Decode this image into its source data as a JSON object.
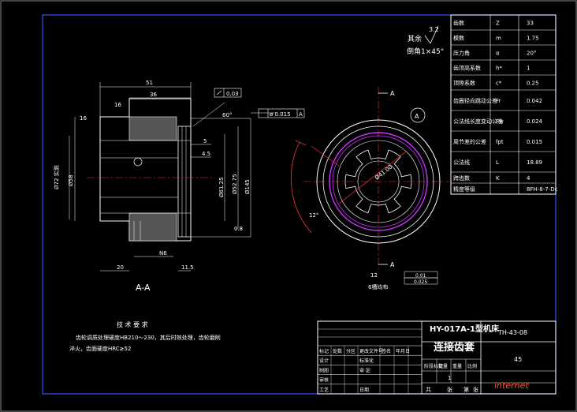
{
  "param_table": {
    "rows": [
      {
        "label": "齿数",
        "sym": "Z",
        "val": "33"
      },
      {
        "label": "模数",
        "sym": "m",
        "val": "1.75"
      },
      {
        "label": "压力角",
        "sym": "α",
        "val": "20°"
      },
      {
        "label": "齿顶高系数",
        "sym": "h*",
        "val": "1"
      },
      {
        "label": "顶隙系数",
        "sym": "c*",
        "val": "0.25"
      },
      {
        "label": "齿圈径向跳动公差",
        "sym": "Fr",
        "val": "0.042"
      },
      {
        "label": "公法线长度变动公差",
        "sym": "Fw",
        "val": "0.024"
      },
      {
        "label": "周节差的公差",
        "sym": "fpt",
        "val": "0.015"
      },
      {
        "label": "公法线",
        "sym": "L",
        "val": "18.89"
      },
      {
        "label": "跨齿数",
        "sym": "K",
        "val": "4"
      },
      {
        "label": "精度等级",
        "sym": "",
        "val": "8FH-8-7-Dc"
      }
    ]
  },
  "surface_note": {
    "label": "其余",
    "roughness": "3.2",
    "chamfer": "倒角1×45°"
  },
  "section_label": "A-A",
  "section_marks": {
    "top": "A",
    "bottom": "A",
    "circle": "A"
  },
  "tolerance": {
    "flatness": "0.03",
    "runout": "ø 0.015",
    "datum": "A"
  },
  "dims_left": [
    "51",
    "36",
    "16",
    "16",
    "Ø72 实测",
    "Ø58",
    "20",
    "N6",
    "11.5",
    "5",
    "4.5",
    "Ø61.25",
    "Ø52.75",
    "Ø145",
    "0.8",
    "60°"
  ],
  "right_dims": {
    "spline_angle": "6槽均布",
    "width": "12",
    "dia": "Ø41.00",
    "pos_tol_a": "0.01",
    "pos_tol_b": "0.025",
    "angle": "12°"
  },
  "tech_req": {
    "title": "技 术 要 求",
    "lines": [
      "齿轮调质处理硬度HB210～230，其后时效处理，齿轮磨削",
      "淬火，齿面硬度HRC≥52"
    ]
  },
  "title_block": {
    "name": "HY-017A-1型机床",
    "part": "连接齿套",
    "drawing_no": "TH-43-08",
    "material": "45",
    "rows": [
      [
        "标记",
        "处数",
        "分区",
        "更改文件号",
        "签名",
        "年月日"
      ],
      [
        "设计",
        "",
        "",
        "标准化",
        "",
        ""
      ],
      [
        "制图",
        "",
        "",
        "审 定",
        "",
        ""
      ],
      [
        "审核",
        "",
        "",
        "",
        "",
        ""
      ],
      [
        "工艺",
        "",
        "",
        "日期",
        "",
        ""
      ]
    ],
    "stage": [
      "阶段标记",
      "数量",
      "重量",
      "比例"
    ],
    "qty": "1",
    "sheet": [
      "共",
      "张",
      "第",
      "张"
    ]
  },
  "watermark": "internet"
}
